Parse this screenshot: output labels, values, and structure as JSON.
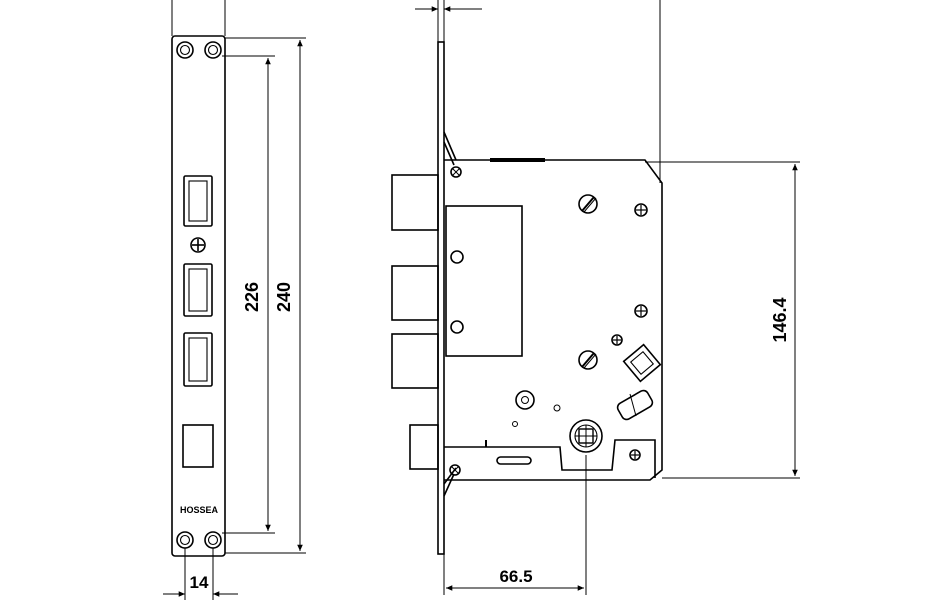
{
  "dimensions": {
    "faceplate_inner": "226",
    "faceplate_total": "240",
    "faceplate_width": "14",
    "body_height": "146.4",
    "backset": "66.5"
  },
  "faceplate": {
    "brand_marking": "HOSSEA"
  },
  "colors": {
    "line": "#000000",
    "background": "#ffffff"
  }
}
